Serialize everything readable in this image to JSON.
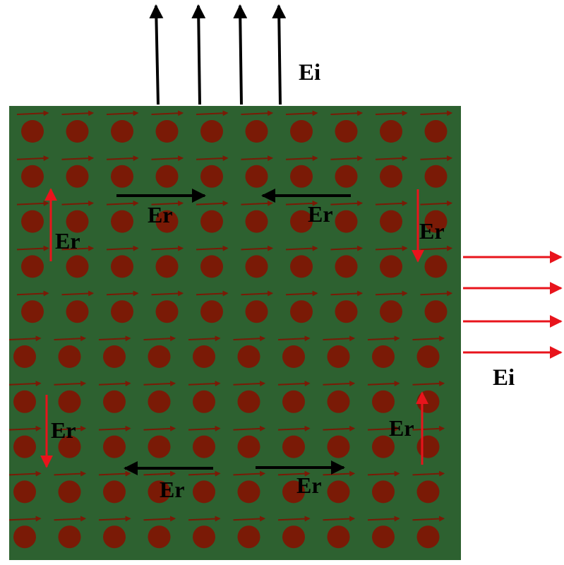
{
  "labels": {
    "ei_top": "Ei",
    "ei_right": "Ei",
    "er": [
      "Er",
      "Er",
      "Er",
      "Er",
      "Er",
      "Er",
      "Er",
      "Er"
    ]
  },
  "colors": {
    "background": "#ffffff",
    "block": "#2d6130",
    "atom": "#7a1a06",
    "dipole": "#7a1a06",
    "incident_top_arrow": "#000000",
    "incident_right_arrow": "#e8141c",
    "er_black": "#000000",
    "er_red": "#e8141c"
  },
  "lattice": {
    "rows": 10,
    "cols": 10
  }
}
